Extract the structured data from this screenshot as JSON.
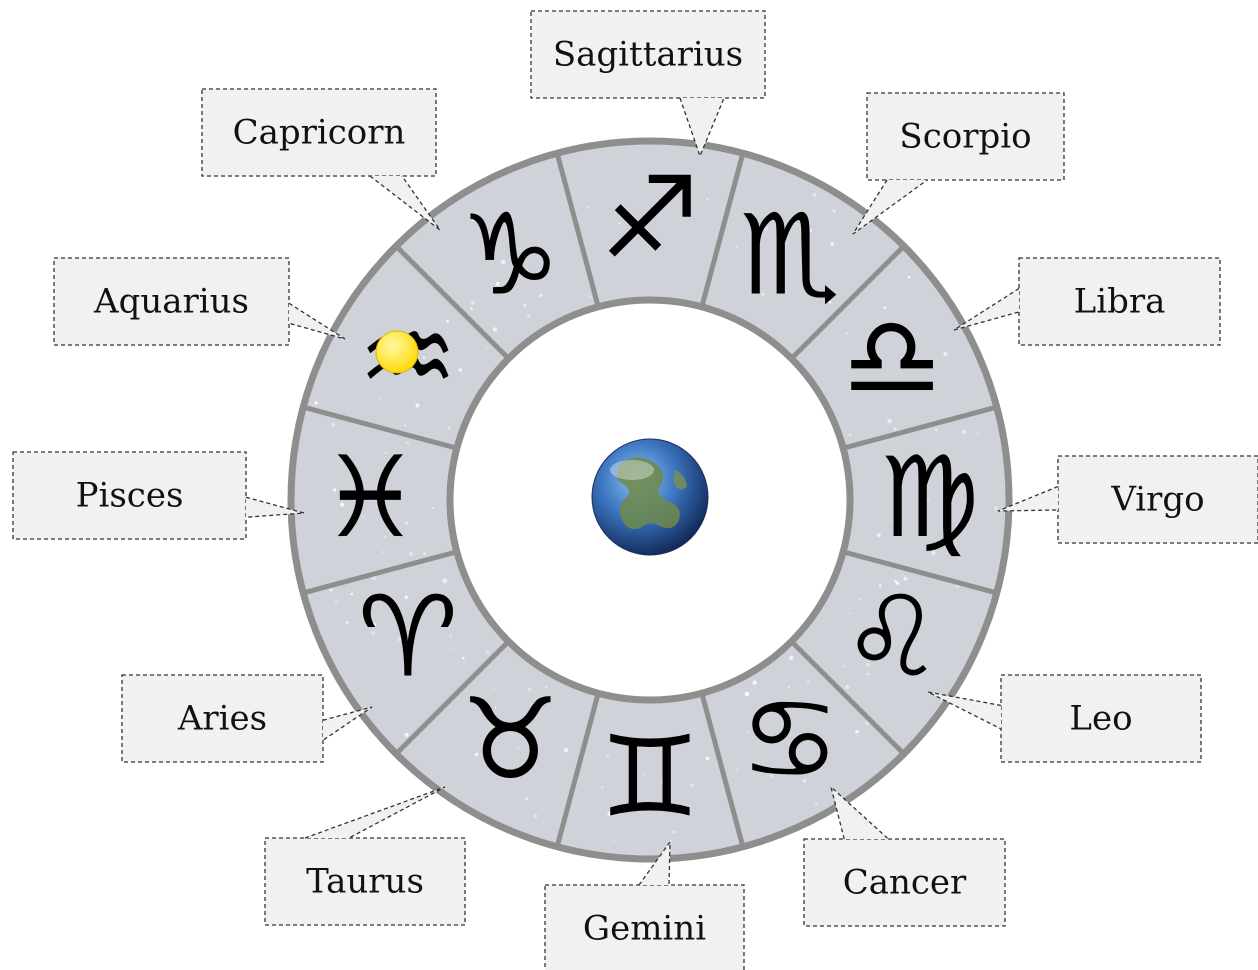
{
  "diagram": {
    "center_image": "earth-globe",
    "sun_marker_sign": "Aquarius",
    "colors": {
      "ring_fill": "#cfd2d9",
      "ring_stroke": "#8e8e8e",
      "sun": "#ffe500",
      "callout_fill": "#f1f1f1",
      "callout_stroke": "#333333"
    },
    "signs": [
      {
        "name": "Sagittarius",
        "symbol": "♐"
      },
      {
        "name": "Scorpio",
        "symbol": "♏"
      },
      {
        "name": "Libra",
        "symbol": "♎"
      },
      {
        "name": "Virgo",
        "symbol": "♍"
      },
      {
        "name": "Leo",
        "symbol": "♌"
      },
      {
        "name": "Cancer",
        "symbol": "♋"
      },
      {
        "name": "Gemini",
        "symbol": "♊"
      },
      {
        "name": "Taurus",
        "symbol": "♉"
      },
      {
        "name": "Aries",
        "symbol": "♈"
      },
      {
        "name": "Pisces",
        "symbol": "♓"
      },
      {
        "name": "Aquarius",
        "symbol": "♒"
      },
      {
        "name": "Capricorn",
        "symbol": "♑"
      }
    ]
  }
}
